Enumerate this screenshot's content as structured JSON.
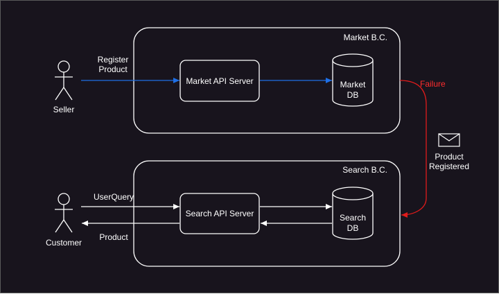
{
  "diagram": {
    "market_bc": {
      "title": "Market B.C.",
      "api_server": "Market API Server",
      "db_line1": "Market",
      "db_line2": "DB"
    },
    "search_bc": {
      "title": "Search B.C.",
      "api_server": "Search API Server",
      "db_line1": "Search",
      "db_line2": "DB"
    },
    "actors": {
      "seller": "Seller",
      "customer": "Customer"
    },
    "edges": {
      "register_line1": "Register",
      "register_line2": "Product",
      "user_query": "UserQuery",
      "product": "Product",
      "failure": "Failure"
    },
    "event": {
      "icon": "envelope-icon",
      "line1": "Product",
      "line2": "Registered"
    },
    "colors": {
      "background": "#18141d",
      "stroke": "#ffffff",
      "blue_arrow": "#1e6fe6",
      "red_arrow": "#e11b1b"
    }
  }
}
